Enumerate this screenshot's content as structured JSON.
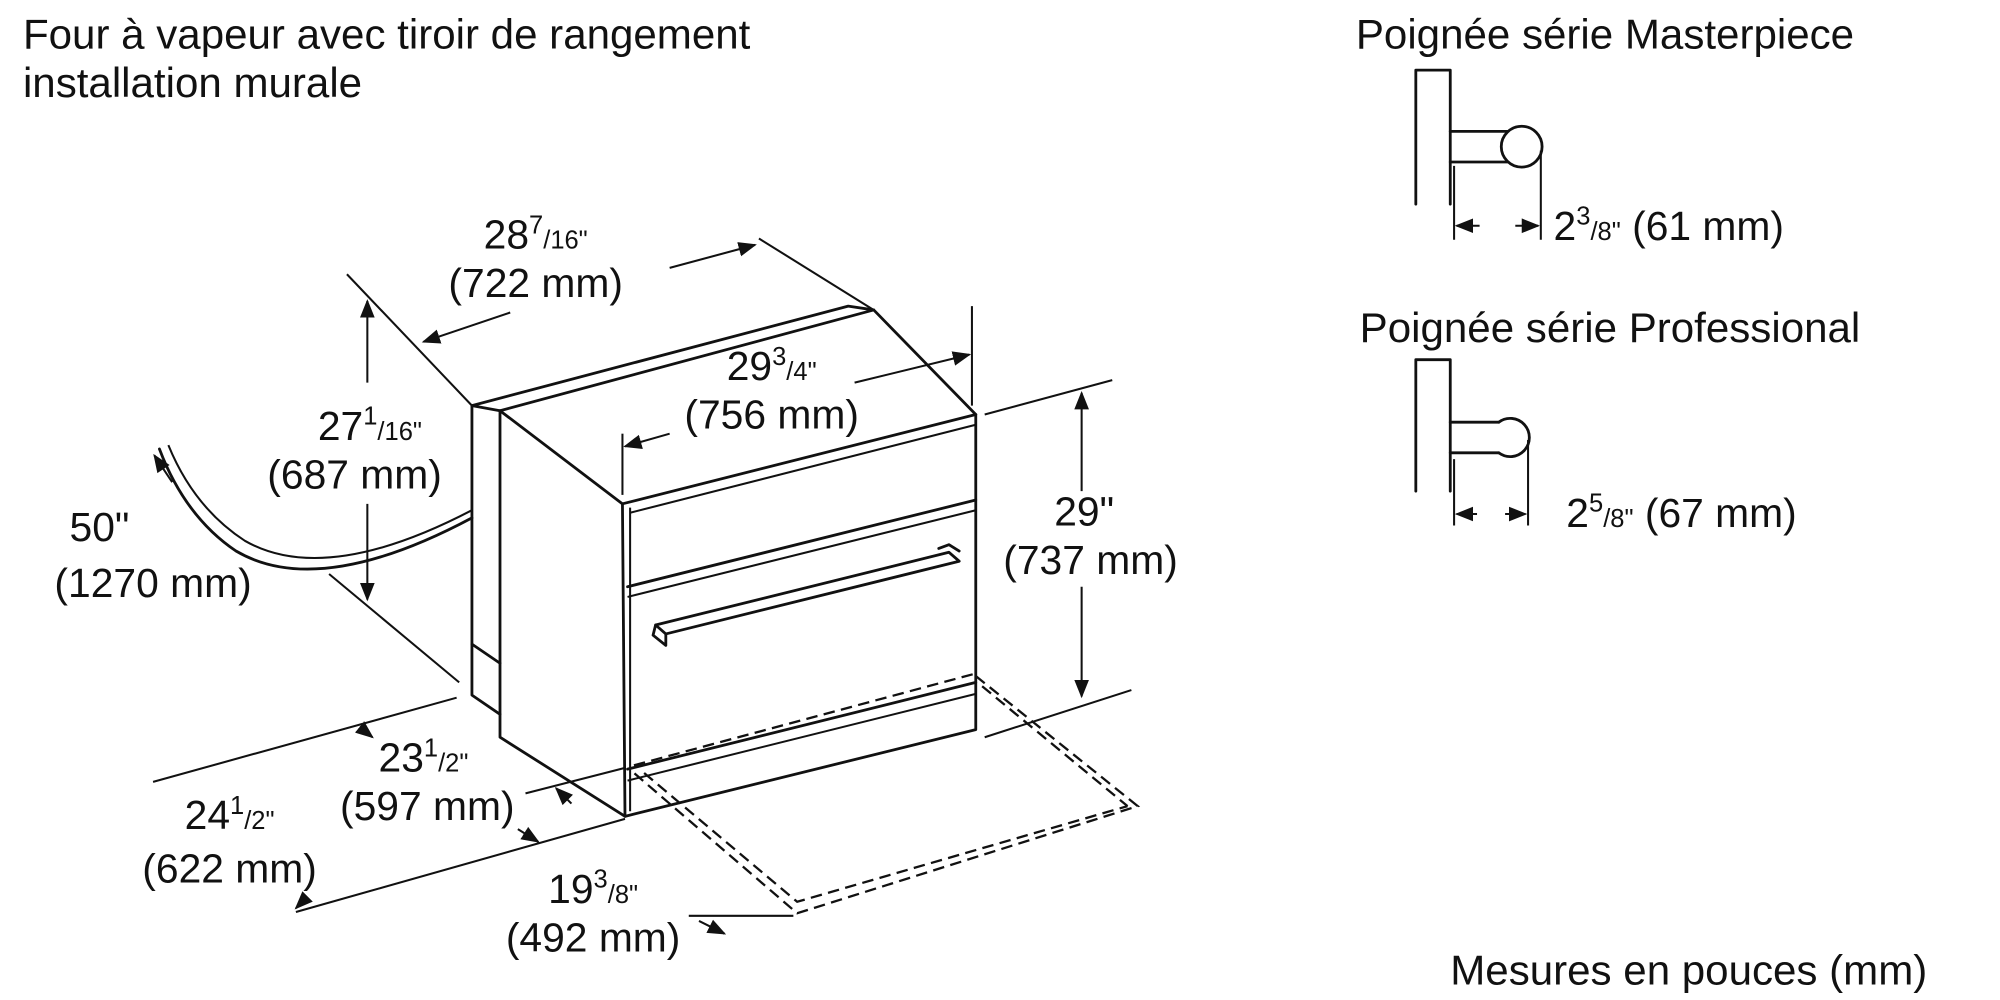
{
  "title": {
    "line1": "Four à vapeur avec tiroir de rangement",
    "line2": "installation murale"
  },
  "handles": {
    "masterpiece": {
      "label": "Poignée série Masterpiece",
      "whole": "2",
      "num": "3",
      "den": "/8\"",
      "mm": " (61 mm)"
    },
    "professional": {
      "label": "Poignée série Professional",
      "whole": "2",
      "num": "5",
      "den": "/8\"",
      "mm": " (67 mm)"
    }
  },
  "dimensions": {
    "depth_total": {
      "whole": "28",
      "num": "7",
      "den": "/16\"",
      "mm": "(722 mm)"
    },
    "width": {
      "whole": "29",
      "num": "3",
      "den": "/4\"",
      "mm": "(756 mm)"
    },
    "height_side": {
      "whole": "27",
      "num": "1",
      "den": "/16\"",
      "mm": "(687 mm)"
    },
    "cord": {
      "whole": "50\"",
      "mm": "(1270 mm)"
    },
    "height": {
      "whole": "29\"",
      "mm": "(737 mm)"
    },
    "depth_body": {
      "whole": "23",
      "num": "1",
      "den": "/2\"",
      "mm": "(597 mm)"
    },
    "depth_overall": {
      "whole": "24",
      "num": "1",
      "den": "/2\"",
      "mm": "(622 mm)"
    },
    "drawer_open": {
      "whole": "19",
      "num": "3",
      "den": "/8\"",
      "mm": "(492 mm)"
    }
  },
  "footer": {
    "units_note": "Mesures en pouces (mm)"
  }
}
